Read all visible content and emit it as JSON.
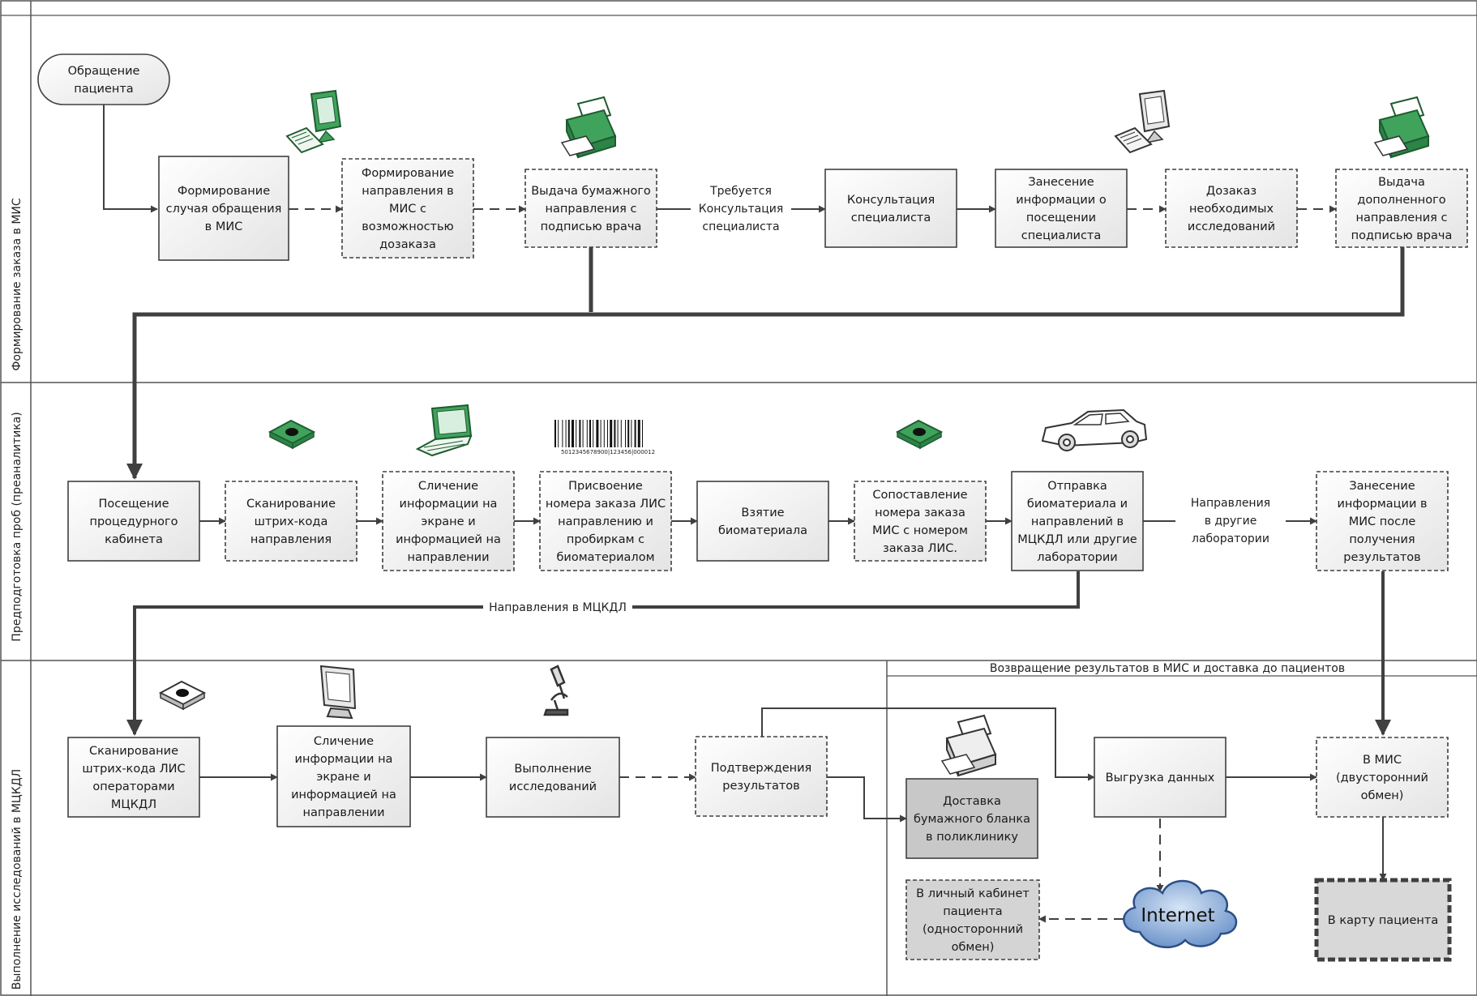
{
  "lanes": [
    {
      "label": "Формирование заказа в МИС"
    },
    {
      "label": "Предподготовка проб (преаналитика)"
    },
    {
      "label": "Выполнение исследований в МЦКДЛ"
    }
  ],
  "sublane": {
    "label": "Возвращение результатов в МИС и доставка до пациентов"
  },
  "nodes": {
    "start": [
      "Обращение",
      "пациента"
    ],
    "n1": [
      "Формирование",
      "случая обращения",
      "в МИС"
    ],
    "n2": [
      "Формирование",
      "направления в",
      "МИС с",
      "возможностью",
      "дозаказа"
    ],
    "n3": [
      "Выдача бумажного",
      "направления с",
      "подписью врача"
    ],
    "n4": [
      "Консультация",
      "специалиста"
    ],
    "n5": [
      "Занесение",
      "информации о",
      "посещении",
      "специалиста"
    ],
    "n6": [
      "Дозаказ",
      "необходимых",
      "исследований"
    ],
    "n7": [
      "Выдача",
      "дополненного",
      "направления с",
      "подписью врача"
    ],
    "p1": [
      "Посещение",
      "процедурного",
      "кабинета"
    ],
    "p2": [
      "Сканирование",
      "штрих-кода",
      "направления"
    ],
    "p3": [
      "Сличение",
      "информации на",
      "экране и",
      "информацией на",
      "направлении"
    ],
    "p4": [
      "Присвоение",
      "номера заказа ЛИС",
      "направлению и",
      "пробиркам с",
      "биоматериалом"
    ],
    "p5": [
      "Взятие",
      "биоматериала"
    ],
    "p6": [
      "Сопоставление",
      "номера заказа",
      "МИС с номером",
      "заказа ЛИС."
    ],
    "p7": [
      "Отправка",
      "биоматериала и",
      "направлений в",
      "МЦКДЛ или другие",
      "лаборатории"
    ],
    "p8": [
      "Занесение",
      "информации в",
      "МИС после",
      "получения",
      "результатов"
    ],
    "l1": [
      "Сканирование",
      "штрих-кода ЛИС",
      "операторами",
      "МЦКДЛ"
    ],
    "l2": [
      "Сличение",
      "информации на",
      "экране и",
      "информацией на",
      "направлении"
    ],
    "l3": [
      "Выполнение",
      "исследований"
    ],
    "l4": [
      "Подтверждения",
      "результатов"
    ],
    "r1": [
      "Доставка",
      "бумажного бланка",
      "в поликлинику"
    ],
    "r2": [
      "Выгрузка данных"
    ],
    "r3": [
      "В МИС",
      "(двусторонний",
      "обмен)"
    ],
    "r4": [
      "В личный кабинет",
      "пациента",
      "(односторонний",
      "обмен)"
    ],
    "r5": [
      "В карту пациента"
    ]
  },
  "edge_labels": {
    "consult": [
      "Требуется",
      "Консультация",
      "специалиста"
    ],
    "other_labs": [
      "Направления",
      "в другие",
      "лаборатории"
    ],
    "mckdl": "Направления в МЦКДЛ"
  },
  "cloud_label": "Internet",
  "barcode_digits": "5012345678900|123456|000012",
  "colors": {
    "line": "#404040",
    "box": "#efefef",
    "box_dark": "#c8c8c8",
    "icon_green": "#3fa35c"
  }
}
